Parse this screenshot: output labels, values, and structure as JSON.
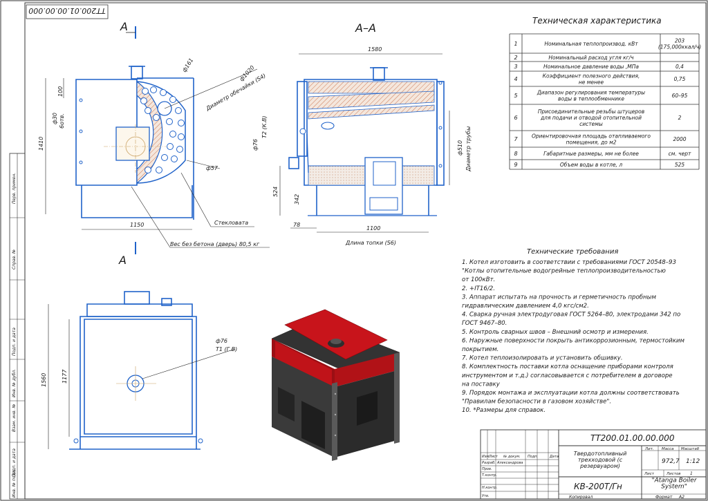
{
  "stamp_top": "ТТ200.01.00.00.000",
  "section": {
    "title": "А–А",
    "cut_label_top": "А",
    "cut_label_bottom": "А"
  },
  "front_view_dims": {
    "width": "1150",
    "height": "1410",
    "top": "100",
    "bolt": "6отв.",
    "hole": "ф30",
    "d_small": "ф161",
    "d_big": "ф1020",
    "hole_label": "Диаметр обечайки (S4)",
    "d_tube": "ф57",
    "glass": "Стекловата",
    "weight": "Вес без бетона (дверь) 80,5 кг"
  },
  "side_view_dims": {
    "length": "1580",
    "d_in": "ф76",
    "t2": "Т2 (К.В)",
    "h_524": "524",
    "h_342": "342",
    "w_78": "78",
    "w_1100": "1100",
    "firebox": "Длина топки (S6)",
    "d_out": "ф510",
    "d_out_label": "Диаметр трубы"
  },
  "back_view_dims": {
    "height": "1560",
    "height_inner": "1177",
    "d_t1": "ф76",
    "t1": "Т1 (Г.В)"
  },
  "specs": {
    "title": "Техническая характеристика",
    "rows": [
      {
        "n": "1",
        "name": "Номинальная теплопроизвод. кВт",
        "value": "203\n(175,000ккал/ч)"
      },
      {
        "n": "2",
        "name": "Номинальный расход угля кг/ч",
        "value": ""
      },
      {
        "n": "3",
        "name": "Номинальное давление воды ,МПа",
        "value": "0,4"
      },
      {
        "n": "4",
        "name": "Коэффициент полезного действия,\nне менее",
        "value": "0,75"
      },
      {
        "n": "5",
        "name": "Диапазон регулирования температуры\nводы в теплообменнике",
        "value": "60–95"
      },
      {
        "n": "6",
        "name": "Присоединительные резьбы штуцеров\nдля подачи и отводой отопительной\nсистемы",
        "value": "2"
      },
      {
        "n": "7",
        "name": "Ориентировочная площадь отапливаемого\nпомещения, до м2",
        "value": "2000"
      },
      {
        "n": "8",
        "name": "Габаритные размеры, мм не более",
        "value": "см. черт"
      },
      {
        "n": "9",
        "name": "Объем воды в котле, л",
        "value": "525"
      }
    ]
  },
  "requirements": {
    "title": "Технические требования",
    "lines": [
      "1. Котел изготовить в соответствии с требованиями ГОСТ 20548–93",
      "\"Котлы отопительные водогрейные теплопроизводительностью",
      "от 100кВт.",
      "2. +IT16/2.",
      "3. Аппарат испытать на прочность и герметичность пробным",
      "гидравлическим давлением 4,0 кгс/см2.",
      "4. Сварка ручная электродуговая ГОСТ 5264–80, электродами 342 по",
      "ГОСТ 9467–80.",
      "5. Контроль сварных швов – Внешний осмотр и измерения.",
      "6. Наружные поверхности покрыть антикоррозионным, термостойким",
      "покрытием.",
      "7. Котел теплоизолировать и установить обшивку.",
      "8. Комплектность поставки котла оснащение приборами контроля",
      " инструментом и т.д.) согласовывается с потребителем в договоре",
      "на поставку",
      "9. Порядок монтажа и эксплуатации котла должны соответствовать",
      "\"Правилам безопасности в газовом хозяйстве\".",
      "10. *Размеры для справок."
    ]
  },
  "title_block": {
    "doc_number": "ТТ200.01.00.00.000",
    "product_name": "Твердотопливный\nтрехходовой (с\nрезервуаром)",
    "model": "КВ-200Т/Гн",
    "company": "\"Atanga Boiler\nSystem\"",
    "lit_label": "Лит.",
    "mass_label": "Масса",
    "scale_label": "Масштаб",
    "mass": "972,7",
    "scale": "1:12",
    "sheet_label": "Лист",
    "sheets_label": "Листов",
    "sheets": "1",
    "copied": "Копировал",
    "format_label": "Формат",
    "format": "А2",
    "row_labels": [
      "Изм.",
      "Лист",
      "№ докум.",
      "Подп.",
      "Дата"
    ],
    "roles": [
      "Разраб.",
      "Пров.",
      "Т.контр.",
      "Н.контр.",
      "Утв."
    ],
    "developer": "Александрова"
  },
  "left_strip": {
    "labels": [
      "Перв. примен.",
      "Справ. №",
      "Подп. и дата",
      "Инв. № дубл.",
      "Взам. инв. №",
      "Подп. и дата",
      "Инв. № подл."
    ]
  },
  "colors": {
    "line": "#1f62c9",
    "red": "#c8141b",
    "dark": "#3b3b3b",
    "hatch": "#cc5a2a"
  }
}
